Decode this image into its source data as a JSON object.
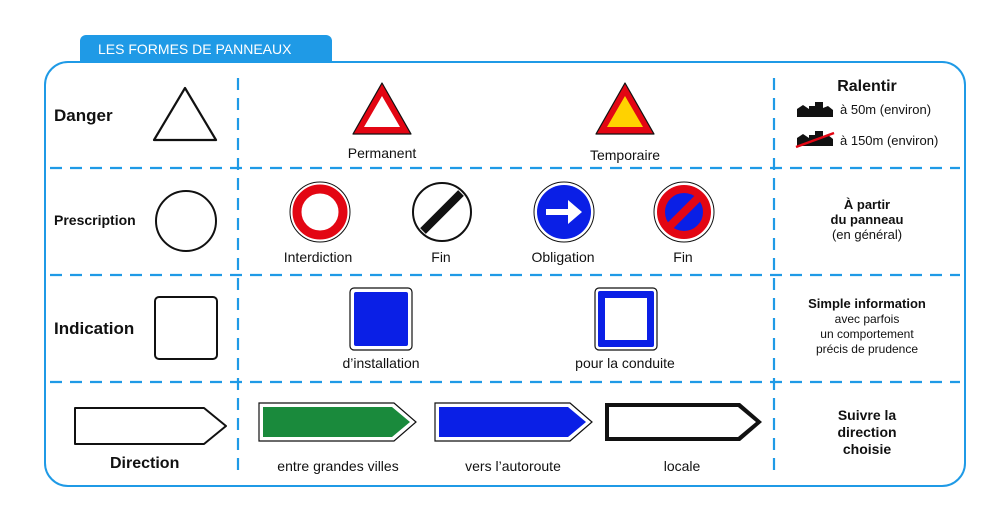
{
  "tab_title": "LES FORMES DE PANNEAUX",
  "rows": {
    "danger": {
      "label": "Danger",
      "captions": [
        "Permanent",
        "Temporaire"
      ],
      "note_title": "Ralentir",
      "note_lines": [
        "à 50m (environ)",
        "à 150m (environ)"
      ]
    },
    "prescription": {
      "label": "Prescription",
      "captions": [
        "Interdiction",
        "Fin",
        "Obligation",
        "Fin"
      ],
      "note_lines": [
        "À partir",
        "du panneau",
        "(en général)"
      ]
    },
    "indication": {
      "label": "Indication",
      "captions": [
        "d’installation",
        "pour la conduite"
      ],
      "note_lines": [
        "Simple information",
        "avec parfois",
        "un comportement",
        "précis de prudence"
      ]
    },
    "direction": {
      "label": "Direction",
      "captions": [
        "entre grandes villes",
        "vers l’autoroute",
        "locale"
      ],
      "note_lines": [
        "Suivre la",
        "direction",
        "choisie"
      ]
    }
  },
  "colors": {
    "accent": "#1f9ae6",
    "danger_red": "#e30613",
    "temporary_yellow": "#ffd200",
    "sign_blue": "#0a1fe6",
    "city_green": "#1a8a3c"
  }
}
